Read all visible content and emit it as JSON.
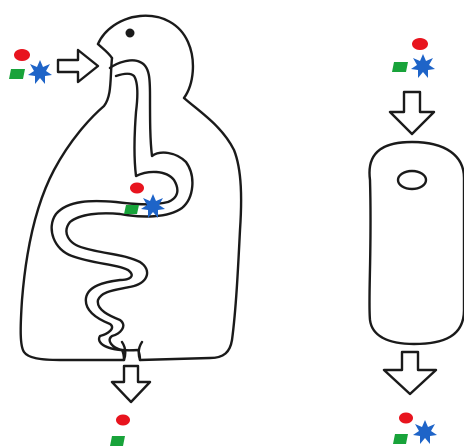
{
  "colors": {
    "background": "#ffffff",
    "outline": "#1a1a1a",
    "red_marker": "#e8141e",
    "green_marker": "#18a33a",
    "blue_marker": "#1e64c8"
  },
  "icons": {
    "human_body": "human-body-digestive-system-icon",
    "pipe_cylinder": "pipe-cylinder-icon",
    "arrow": "hollow-arrow-icon",
    "red_particle": "red-oval-particle-icon",
    "green_particle": "green-parallelogram-particle-icon",
    "blue_particle": "blue-star-particle-icon"
  },
  "diagram": {
    "left_panel": {
      "input_particles": [
        "red",
        "green",
        "blue"
      ],
      "stomach_particles": [
        "red",
        "green",
        "blue"
      ],
      "output_particles": [
        "red",
        "green"
      ]
    },
    "right_panel": {
      "input_particles": [
        "red",
        "green",
        "blue"
      ],
      "output_particles": [
        "red",
        "green",
        "blue"
      ]
    }
  }
}
